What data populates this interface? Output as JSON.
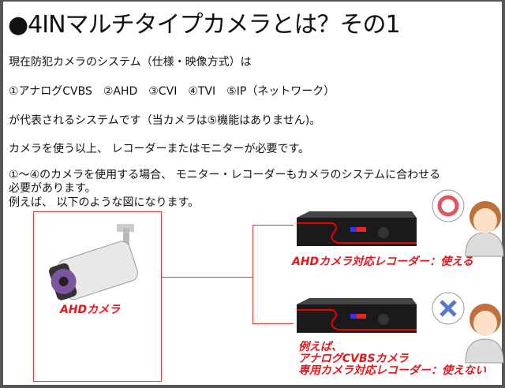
{
  "title": "●4INマルチタイプカメラとは？その1",
  "paragraphs": [
    "現在防犯カメラのシステム（仕様・映像方式）は",
    "①アナログCVBS　②AHD　③CVI　④TVI　⑤IP（ネットワーク）",
    "が代表されるシステムです（当カメラは⑤機能はありません)。",
    "カメラを使う以上、 レコーダーまたはモニターが必要です。",
    "①～④のカメラを使用する場合、 モニター・レコーダーもカメラのシステムに合わせる",
    "必要があります。",
    "例えば、 以下のような図になります。"
  ],
  "camera_label": "AHDカメラ",
  "recorder_ok_label": "AHDカメラ対応レコーダー：使える",
  "recorder_ng_label": [
    "例えば、",
    "アナログCVBSカメラ",
    "専用カメラ対応レコーダー：使えない"
  ],
  "colors": {
    "accent": "#e8141a",
    "ok": "#e05560",
    "ng": "#5577cc"
  }
}
